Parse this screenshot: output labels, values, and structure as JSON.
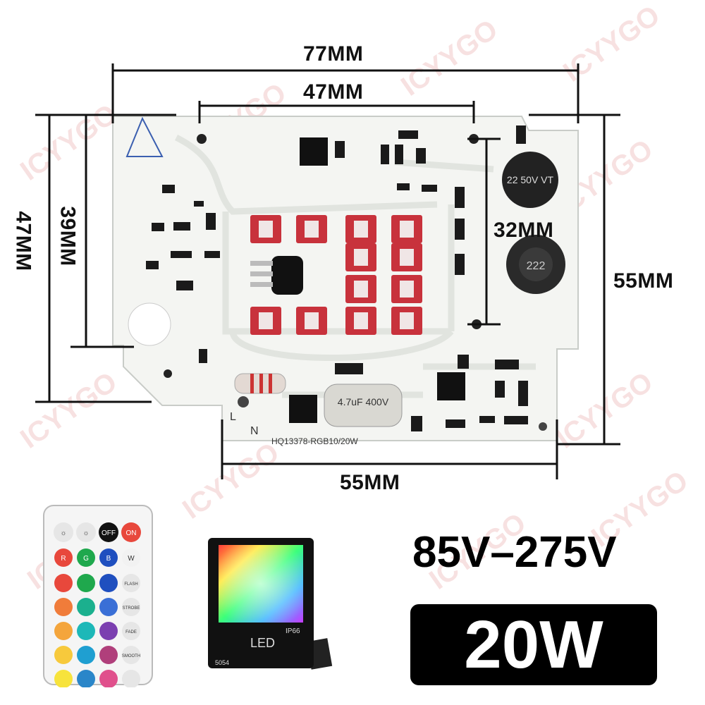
{
  "watermark": "ICYYGO",
  "dimensions": {
    "top_outer": "77MM",
    "top_inner": "47MM",
    "left_outer": "47MM",
    "left_inner": "39MM",
    "right_outer": "55MM",
    "right_inner": "32MM",
    "bottom": "55MM"
  },
  "board": {
    "model_label": "HQ13378-RGB10/20W",
    "capacitor_top": "22 50V VT",
    "inductor_label": "222",
    "capacitor_main": "4.7uF 400V",
    "terminal_l": "L",
    "terminal_n": "N"
  },
  "remote": {
    "buttons_top": [
      "☼",
      "☼",
      "OFF",
      "ON"
    ],
    "buttons_rgbw": [
      "R",
      "G",
      "B",
      "W"
    ],
    "side_labels": [
      "FLASH",
      "STROBE",
      "FADE",
      "SMOOTH"
    ]
  },
  "floodlight": {
    "led_label": "LED",
    "ip_label": "IP66",
    "chip_label": "5054"
  },
  "specs": {
    "voltage": "85V–275V",
    "power": "20W"
  },
  "colors": {
    "board": "#f4f5f2",
    "trace": "#e3e6e1",
    "led_red": "#c8323c",
    "accent_black": "#000000"
  }
}
